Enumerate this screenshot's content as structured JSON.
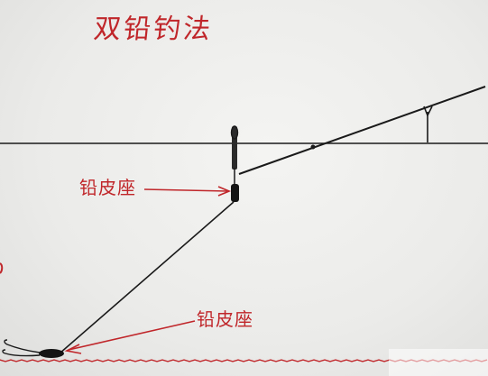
{
  "title": "双铅钓法",
  "labels": {
    "upper_sinker_seat": "铅皮座",
    "lower_sinker_seat": "铅皮座"
  },
  "colors": {
    "ink": "#1a1a1a",
    "annotation": "#c0262a",
    "seabed": "#c0262a",
    "paper": "#ededeb"
  }
}
